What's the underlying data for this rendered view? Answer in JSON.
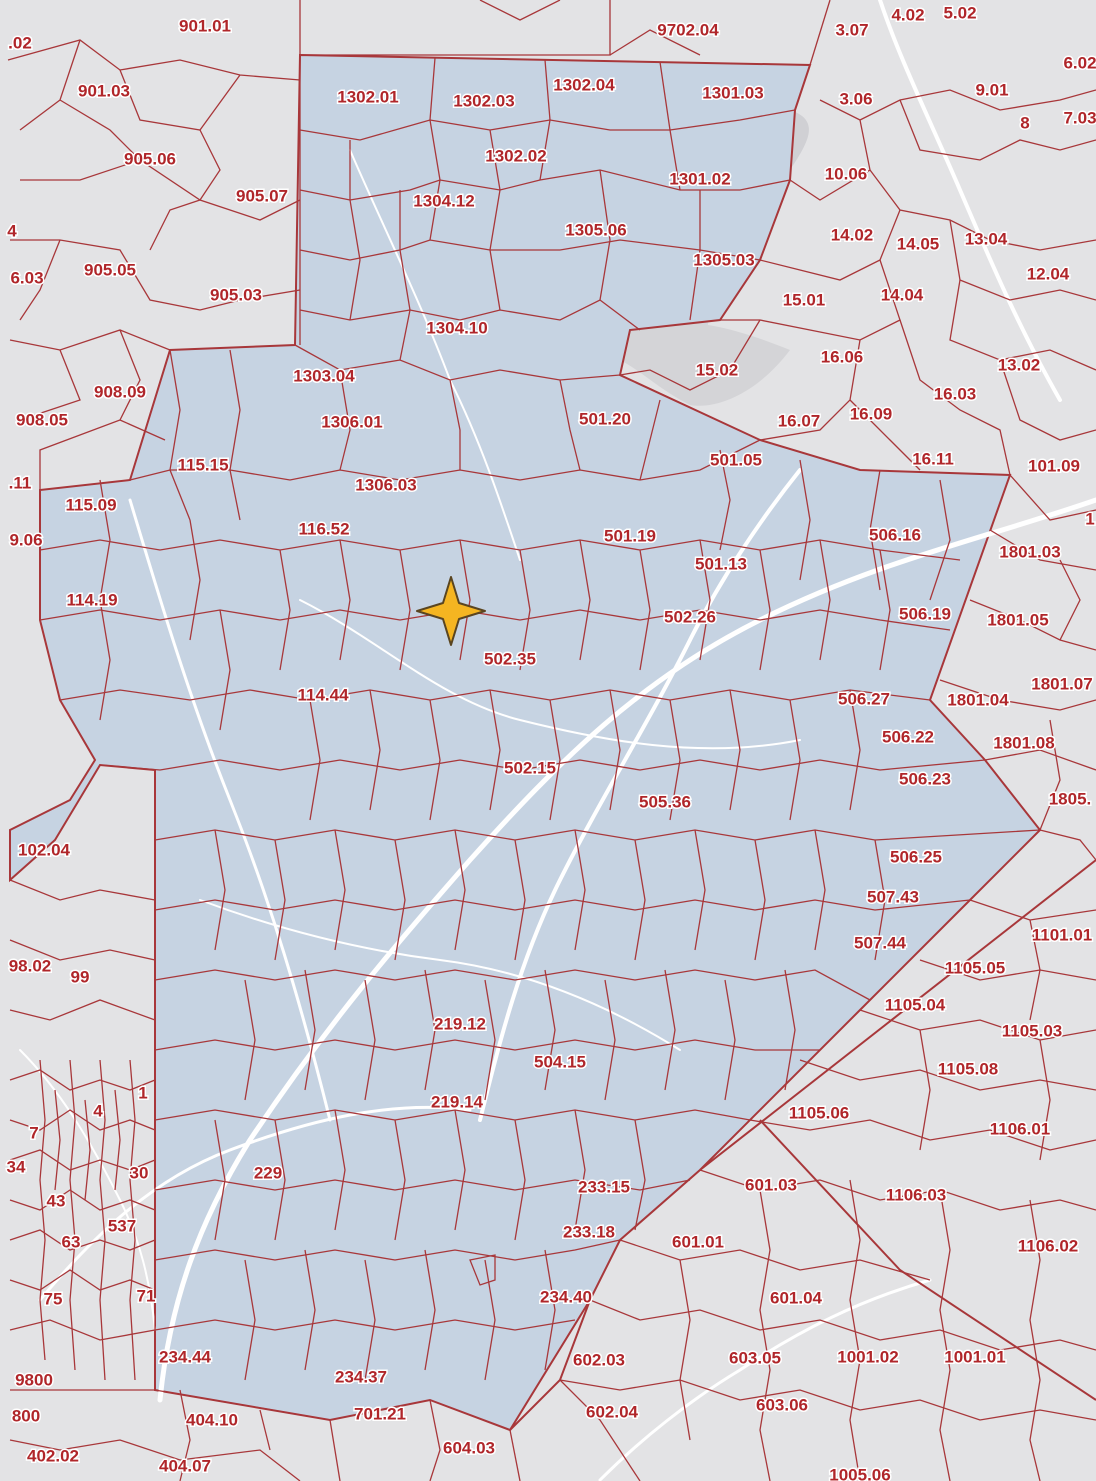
{
  "map": {
    "type": "census-tract-map",
    "colors": {
      "background": "#e3e3e5",
      "county_fill": "#c6d3e2",
      "tract_boundary": "#a8373a",
      "label_text": "#b0262a",
      "roads": "#ffffff",
      "water": "#d0d0d4",
      "marker_fill": "#f5b521",
      "marker_stroke": "#5a4520"
    },
    "marker": {
      "icon": "star-marker-icon"
    },
    "tract_labels": [
      "901.01",
      "9702.04",
      "3.07",
      "4.02",
      "5.02",
      ".02",
      "901.03",
      "1302.01",
      "1302.03",
      "1302.04",
      "1301.03",
      "3.06",
      "9.01",
      "6.02",
      "8",
      "7.03",
      "905.06",
      "1302.02",
      "1301.02",
      "905.07",
      "10.06",
      "1304.12",
      "4",
      "1305.06",
      "14.02",
      "14.05",
      "13.04",
      "905.05",
      "1305.03",
      "12.04",
      "6.03",
      "905.03",
      "15.01",
      "14.04",
      "1304.10",
      "16.06",
      "15.02",
      "13.02",
      "1303.04",
      "908.09",
      "16.03",
      "908.05",
      "1306.01",
      "501.20",
      "16.07",
      "16.09",
      "115.15",
      "501.05",
      "16.11",
      ".11",
      "1306.03",
      "101.09",
      "115.09",
      "116.52",
      "1",
      "501.19",
      "506.16",
      "9.06",
      "501.13",
      "1801.03",
      "114.19",
      "502.26",
      "506.19",
      "1801.05",
      "502.35",
      "1801.07",
      "114.44",
      "506.27",
      "1801.04",
      "506.22",
      "1801.08",
      "502.15",
      "506.23",
      "505.36",
      "1805.",
      "102.04",
      "506.25",
      "507.43",
      "1101.01",
      "507.44",
      "98.02",
      "99",
      "1105.05",
      "1105.04",
      "219.12",
      "1105.03",
      "504.15",
      "1105.08",
      "219.14",
      "1",
      "4",
      "1105.06",
      "7",
      "1106.01",
      "34",
      "30",
      "229",
      "601.03",
      "233.15",
      "43",
      "1106.03",
      "537",
      "233.18",
      "601.01",
      "63",
      "1106.02",
      "75",
      "71",
      "234.40",
      "601.04",
      "234.44",
      "602.03",
      "603.05",
      "1001.02",
      "1001.01",
      "9800",
      "234.37",
      "603.06",
      "800",
      "701.21",
      "602.04",
      "404.10",
      "402.02",
      "604.03",
      "404.07",
      "1005.06"
    ]
  }
}
